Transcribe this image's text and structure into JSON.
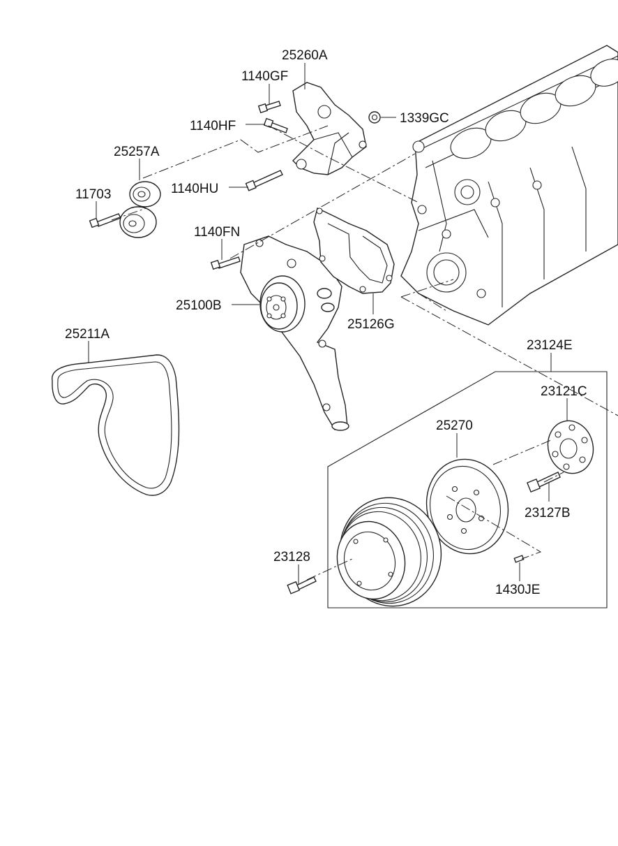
{
  "labels": {
    "l25260A": "25260A",
    "l1140GF": "1140GF",
    "l1339GC": "1339GC",
    "l1140HF": "1140HF",
    "l25257A": "25257A",
    "l11703": "11703",
    "l1140HU": "1140HU",
    "l1140FN": "1140FN",
    "l25100B": "25100B",
    "l25126G": "25126G",
    "l25211A": "25211A",
    "l23124E": "23124E",
    "l23121C": "23121C",
    "l25270": "25270",
    "l23127B": "23127B",
    "l23128": "23128",
    "l1430JE": "1430JE"
  }
}
